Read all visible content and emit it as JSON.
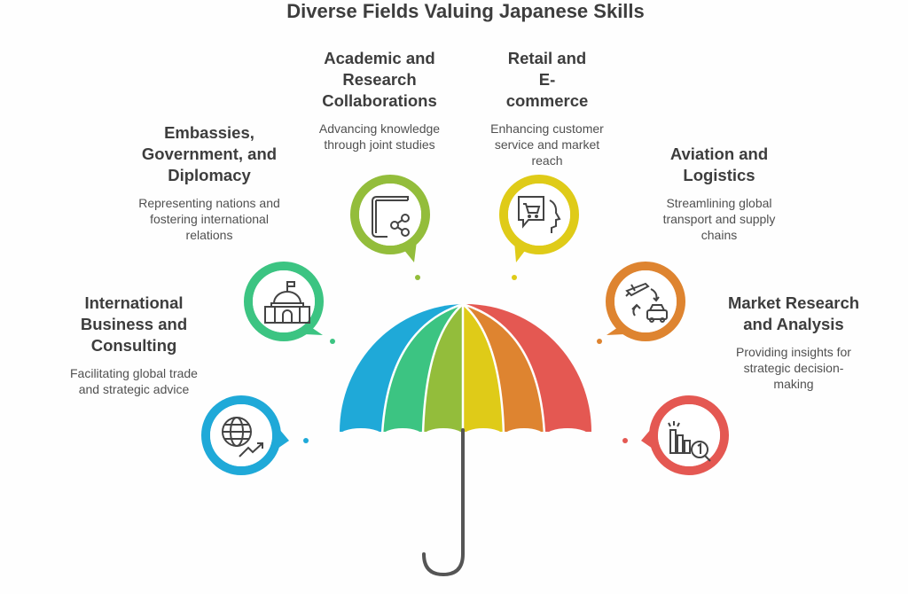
{
  "title": "Diverse Fields Valuing Japanese Skills",
  "colors": {
    "blue": "#1fa9d8",
    "green": "#3cc482",
    "lime": "#93bd3b",
    "yellow": "#dfcb18",
    "orange": "#de8430",
    "red": "#e45852",
    "text": "#3d3d3d",
    "icon": "#444444"
  },
  "fields": [
    {
      "title": "International Business and Consulting",
      "description": "Facilitating global trade and strategic advice",
      "icon": "globe-growth-icon",
      "color": "#1fa9d8"
    },
    {
      "title": "Embassies, Government, and Diplomacy",
      "description": "Representing nations and fostering international relations",
      "icon": "government-building-icon",
      "color": "#3cc482"
    },
    {
      "title": "Academic and Research Collaborations",
      "description": "Advancing knowledge through joint studies",
      "icon": "book-share-icon",
      "color": "#93bd3b"
    },
    {
      "title": "Retail and E-commerce",
      "description": "Enhancing customer service and market reach",
      "icon": "shopping-cart-speech-icon",
      "color": "#dfcb18"
    },
    {
      "title": "Aviation and Logistics",
      "description": "Streamlining global transport and supply chains",
      "icon": "plane-car-transfer-icon",
      "color": "#de8430"
    },
    {
      "title": "Market Research and Analysis",
      "description": "Providing insights for strategic decision-making",
      "icon": "chart-magnifier-icon",
      "color": "#e45852"
    }
  ]
}
